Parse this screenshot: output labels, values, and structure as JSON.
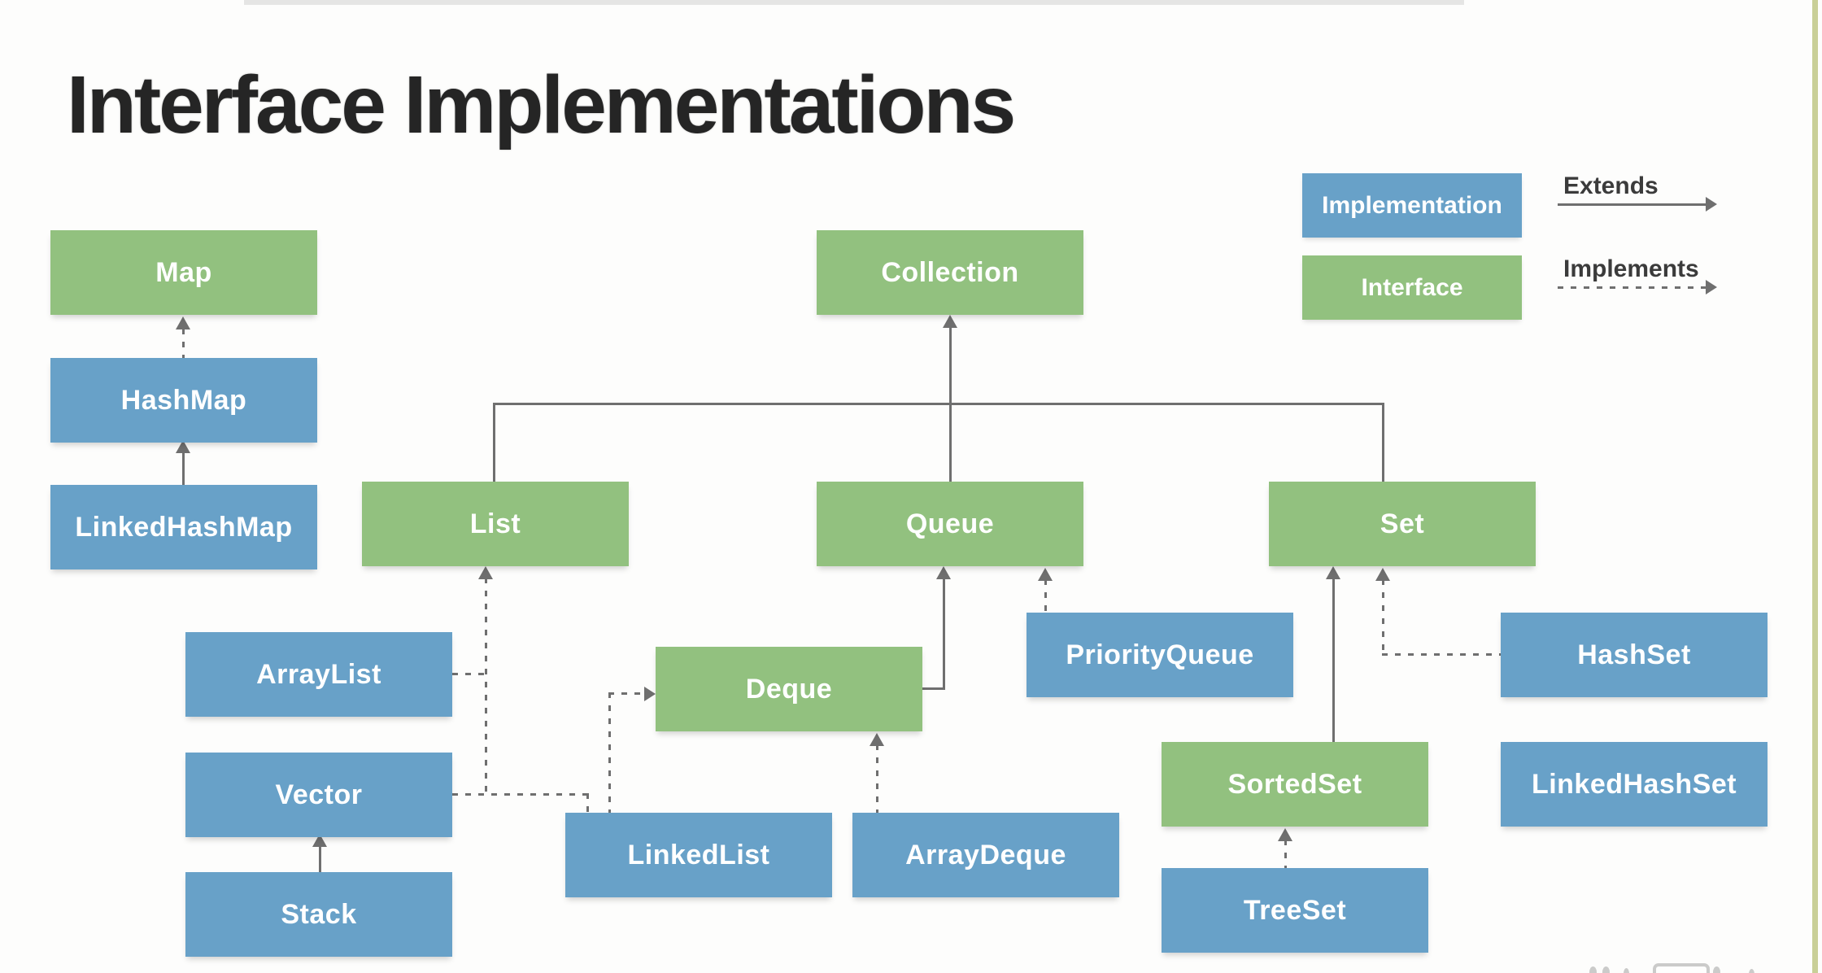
{
  "title": "Interface Implementations",
  "colors": {
    "interface_green": "#92c17f",
    "implementation_blue": "#68a1c8",
    "connector_gray": "#6f6f6f",
    "title_color": "#252525",
    "legend_text_color": "#3b3b3b",
    "right_edge_accent": "#c9cf97",
    "background": "#fdfdfc",
    "node_text": "#ffffff"
  },
  "legend": {
    "implementation_label": "Implementation",
    "interface_label": "Interface",
    "extends_label": "Extends",
    "implements_label": "Implements"
  },
  "nodes": [
    {
      "id": "map",
      "label": "Map",
      "type": "interface"
    },
    {
      "id": "hashmap",
      "label": "HashMap",
      "type": "implementation"
    },
    {
      "id": "linkedhashmap",
      "label": "LinkedHashMap",
      "type": "implementation"
    },
    {
      "id": "collection",
      "label": "Collection",
      "type": "interface"
    },
    {
      "id": "list",
      "label": "List",
      "type": "interface"
    },
    {
      "id": "queue",
      "label": "Queue",
      "type": "interface"
    },
    {
      "id": "set",
      "label": "Set",
      "type": "interface"
    },
    {
      "id": "arraylist",
      "label": "ArrayList",
      "type": "implementation"
    },
    {
      "id": "vector",
      "label": "Vector",
      "type": "implementation"
    },
    {
      "id": "stack",
      "label": "Stack",
      "type": "implementation"
    },
    {
      "id": "deque",
      "label": "Deque",
      "type": "interface"
    },
    {
      "id": "linkedlist",
      "label": "LinkedList",
      "type": "implementation"
    },
    {
      "id": "arraydeque",
      "label": "ArrayDeque",
      "type": "implementation"
    },
    {
      "id": "priorityqueue",
      "label": "PriorityQueue",
      "type": "implementation"
    },
    {
      "id": "sortedset",
      "label": "SortedSet",
      "type": "interface"
    },
    {
      "id": "treeset",
      "label": "TreeSet",
      "type": "implementation"
    },
    {
      "id": "hashset",
      "label": "HashSet",
      "type": "implementation"
    },
    {
      "id": "linkedhashset",
      "label": "LinkedHashSet",
      "type": "implementation"
    }
  ],
  "relations": [
    {
      "from": "HashMap",
      "to": "Map",
      "kind": "implements"
    },
    {
      "from": "LinkedHashMap",
      "to": "HashMap",
      "kind": "extends"
    },
    {
      "from": "List",
      "to": "Collection",
      "kind": "extends"
    },
    {
      "from": "Queue",
      "to": "Collection",
      "kind": "extends"
    },
    {
      "from": "Set",
      "to": "Collection",
      "kind": "extends"
    },
    {
      "from": "ArrayList",
      "to": "List",
      "kind": "implements"
    },
    {
      "from": "Vector",
      "to": "List",
      "kind": "implements"
    },
    {
      "from": "LinkedList",
      "to": "List",
      "kind": "implements"
    },
    {
      "from": "LinkedList",
      "to": "Deque",
      "kind": "implements"
    },
    {
      "from": "Stack",
      "to": "Vector",
      "kind": "extends"
    },
    {
      "from": "Deque",
      "to": "Queue",
      "kind": "extends"
    },
    {
      "from": "PriorityQueue",
      "to": "Queue",
      "kind": "implements"
    },
    {
      "from": "ArrayDeque",
      "to": "Deque",
      "kind": "implements"
    },
    {
      "from": "SortedSet",
      "to": "Set",
      "kind": "extends"
    },
    {
      "from": "HashSet",
      "to": "Set",
      "kind": "implements"
    },
    {
      "from": "TreeSet",
      "to": "SortedSet",
      "kind": "implements"
    }
  ]
}
